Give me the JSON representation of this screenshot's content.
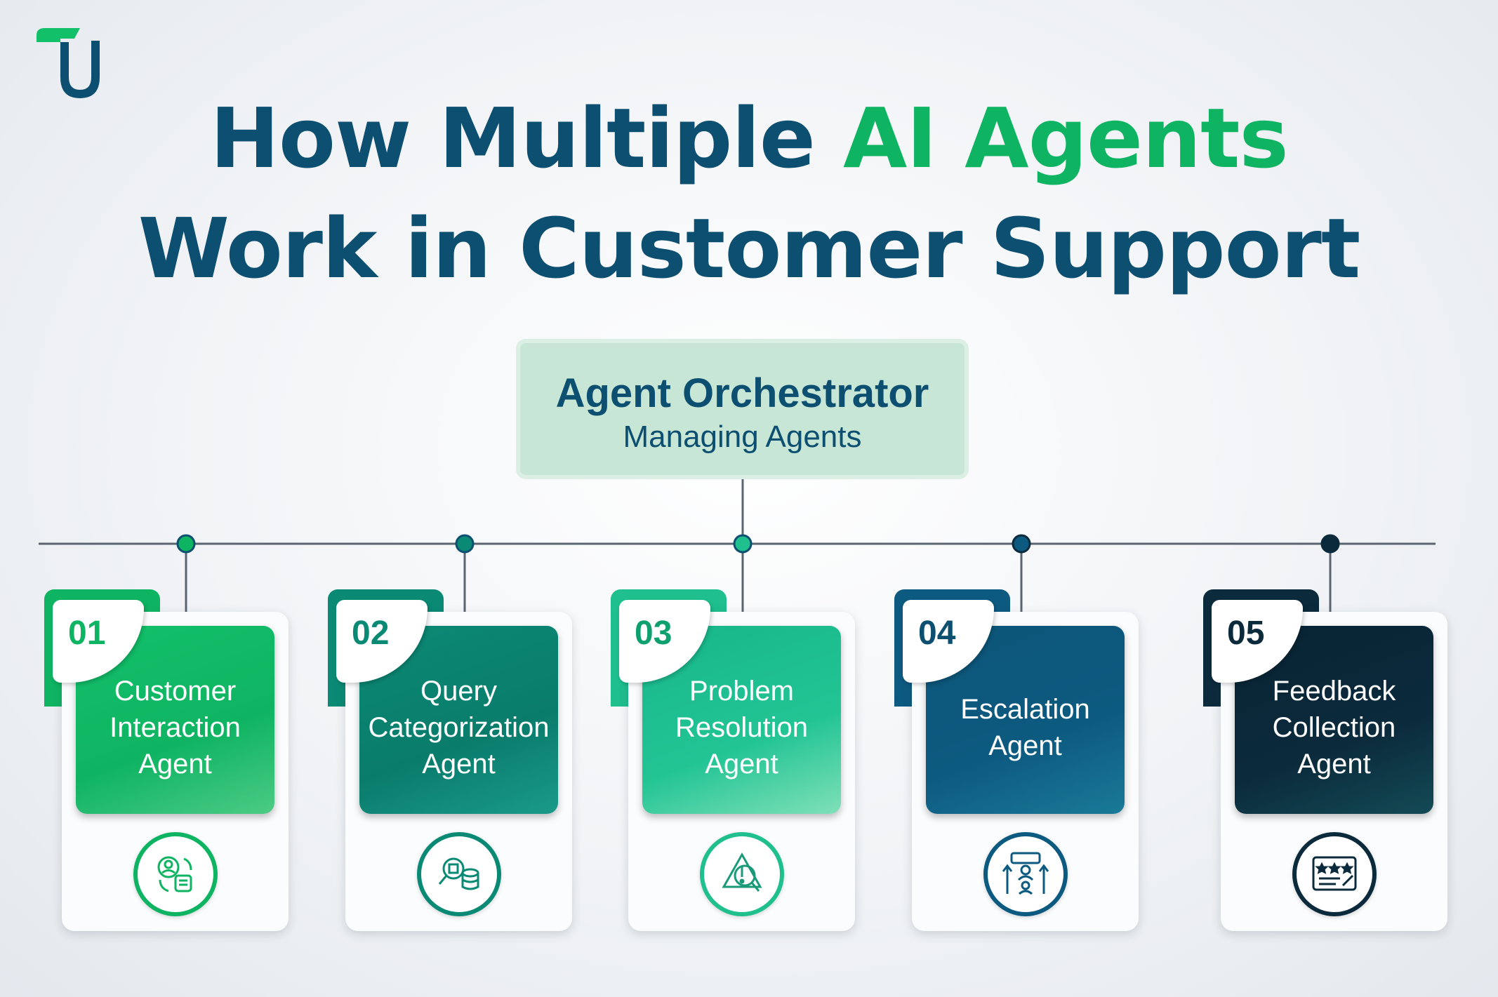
{
  "brand": {
    "logo_icon": "tu-logo-icon"
  },
  "title": {
    "line1_part1": "How Multiple ",
    "line1_highlight": "AI Agents",
    "line2": "Work in Customer Support"
  },
  "orchestrator": {
    "title": "Agent Orchestrator",
    "subtitle": "Managing Agents"
  },
  "agents": [
    {
      "number": "01",
      "line1": "Customer",
      "line2": "Interaction",
      "line3": "Agent",
      "icon": "customer-interaction-icon",
      "color": "#0fb462"
    },
    {
      "number": "02",
      "line1": "Query",
      "line2": "Categorization",
      "line3": "Agent",
      "icon": "query-categorization-icon",
      "color": "#0a8a74"
    },
    {
      "number": "03",
      "line1": "Problem",
      "line2": "Resolution",
      "line3": "Agent",
      "icon": "problem-resolution-icon",
      "color": "#1fbf8e"
    },
    {
      "number": "04",
      "line1": "Escalation",
      "line2": "Agent",
      "line3": "",
      "icon": "escalation-icon",
      "color": "#0d5a80"
    },
    {
      "number": "05",
      "line1": "Feedback",
      "line2": "Collection",
      "line3": "Agent",
      "icon": "feedback-collection-icon",
      "color": "#0b2a3c"
    }
  ],
  "colors": {
    "primary_navy": "#0d4f70",
    "accent_green": "#0fb462",
    "orchestrator_bg": "#c7e6d5"
  }
}
